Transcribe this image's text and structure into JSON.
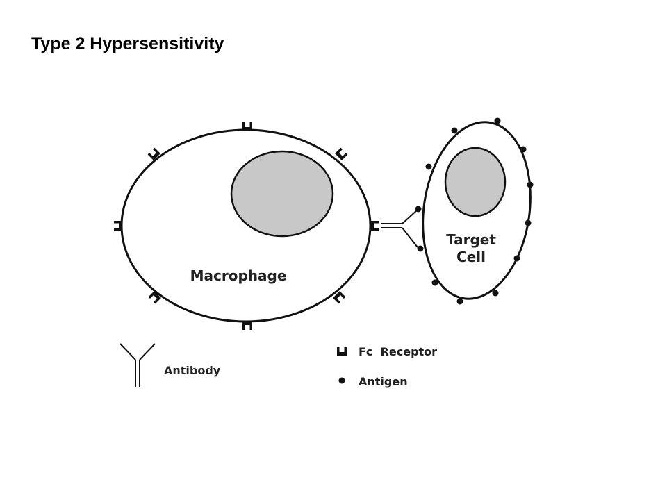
{
  "title": "Type 2 Hypersensitivity",
  "diagram": {
    "labels": {
      "macrophage": "Macrophage",
      "target_line1": "Target",
      "target_line2": "Cell"
    },
    "legend": {
      "antibody": "Antibody",
      "fc_receptor": "Fc  Receptor",
      "antigen": "Antigen"
    },
    "colors": {
      "nucleus": "#c8c8c8",
      "outline": "#111111",
      "text": "#222222"
    }
  }
}
